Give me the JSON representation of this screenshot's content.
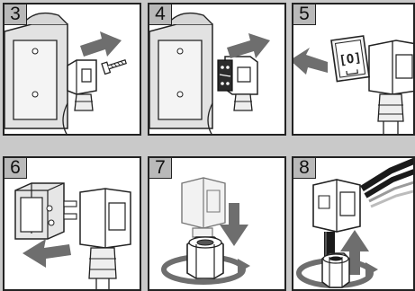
{
  "steps": [
    {
      "number": "3"
    },
    {
      "number": "4"
    },
    {
      "number": "5"
    },
    {
      "number": "6"
    },
    {
      "number": "7"
    },
    {
      "number": "8"
    }
  ],
  "colors": {
    "arrow": "#6e6e6e",
    "line": "#222222",
    "housing": "#e2e2e2",
    "body": "#ffffff",
    "panel_background": "#ffffff",
    "sheet_background": "#c9c9c9",
    "badge": "#b9b9b9",
    "cable": "#1a1a1a"
  }
}
